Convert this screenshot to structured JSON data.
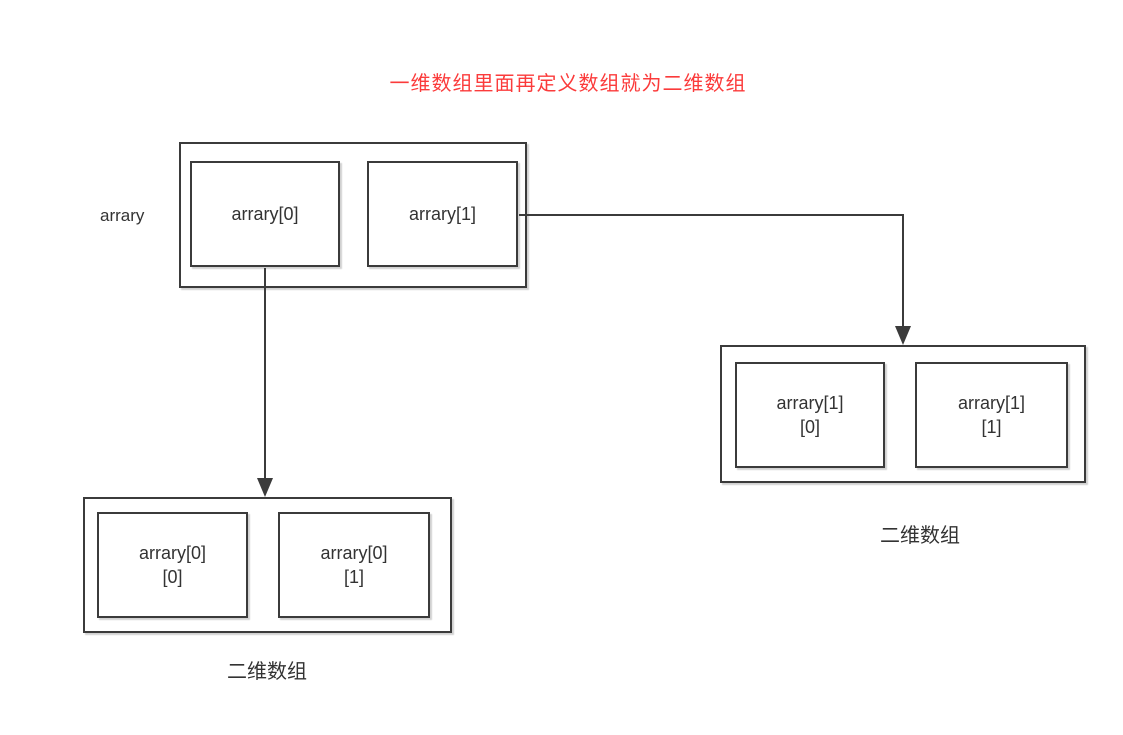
{
  "title": {
    "text": "一维数组里面再定义数组就为二维数组",
    "color": "#fb3b3b"
  },
  "colors": {
    "line": "#3b3b3b",
    "text": "#333333",
    "background": "#ffffff"
  },
  "array_1d": {
    "label": "arrary",
    "cells": [
      {
        "label": "arrary[0]"
      },
      {
        "label": "arrary[1]"
      }
    ]
  },
  "array_2d_left": {
    "caption": "二维数组",
    "cells": [
      {
        "line1": "arrary[0]",
        "line2": "[0]"
      },
      {
        "line1": "arrary[0]",
        "line2": "[1]"
      }
    ]
  },
  "array_2d_right": {
    "caption": "二维数组",
    "cells": [
      {
        "line1": "arrary[1]",
        "line2": "[0]"
      },
      {
        "line1": "arrary[1]",
        "line2": "[1]"
      }
    ]
  }
}
